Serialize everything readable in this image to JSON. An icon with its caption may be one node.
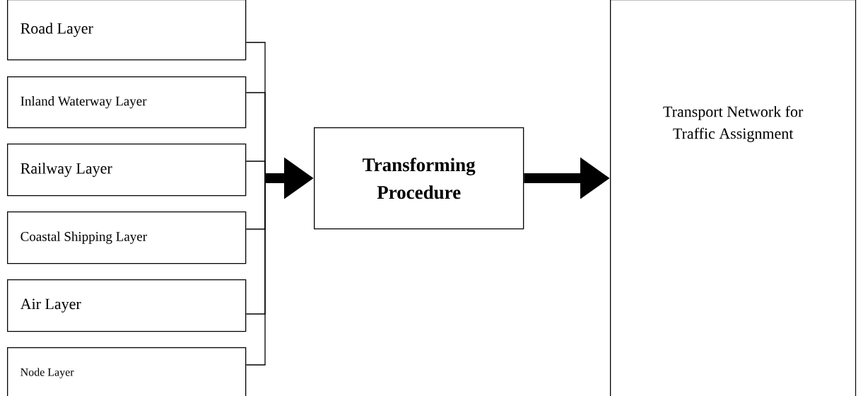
{
  "diagram": {
    "nodes": [
      {
        "text": [
          "Road Layer"
        ]
      },
      {
        "text": [
          "Inland Waterway Layer"
        ]
      },
      {
        "text": [
          "Railway Layer"
        ]
      },
      {
        "text": [
          "Coastal Shipping Layer"
        ]
      },
      {
        "text": [
          "Air Layer"
        ]
      },
      {
        "text": [
          "Node Layer"
        ]
      },
      {
        "text": [
          "Transforming Procedure"
        ]
      },
      {
        "text": [
          "Transport Network for Traffic Assignment"
        ]
      }
    ],
    "edges": [
      {
        "from": 0,
        "to": 6,
        "arrow": "to"
      },
      {
        "from": 1,
        "to": 6,
        "arrow": "to"
      },
      {
        "from": 2,
        "to": 6,
        "arrow": "to"
      },
      {
        "from": 3,
        "to": 6,
        "arrow": "to"
      },
      {
        "from": 4,
        "to": 6,
        "arrow": "to"
      },
      {
        "from": 5,
        "to": 6,
        "arrow": "to"
      },
      {
        "from": 6,
        "to": 7,
        "arrow": "to",
        "style": "thick"
      }
    ]
  }
}
